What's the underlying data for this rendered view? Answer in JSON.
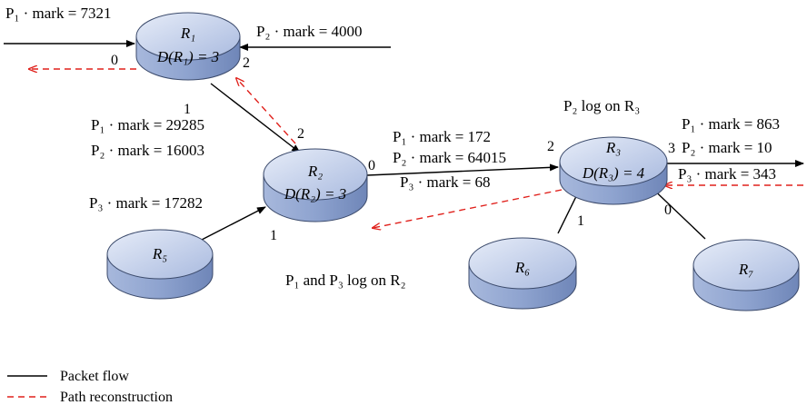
{
  "routers": {
    "r1": {
      "name": "R₁",
      "degree": "D(R₁) = 3"
    },
    "r2": {
      "name": "R₂",
      "degree": "D(R₂) = 3"
    },
    "r3": {
      "name": "R₃",
      "degree": "D(R₃) = 4"
    },
    "r5": {
      "name": "R₅"
    },
    "r6": {
      "name": "R₆"
    },
    "r7": {
      "name": "R₇"
    }
  },
  "ports": {
    "r1_left": "0",
    "r1_right": "2",
    "r1_bottom": "1",
    "r2_top": "2",
    "r2_right": "0",
    "r2_bottom": "1",
    "r3_left": "2",
    "r3_right": "3",
    "r3_bottom_left": "1",
    "r3_bottom_right": "0"
  },
  "marks": {
    "p1_in": "P₁ · mark = 7321",
    "p2_in": "P₂ · mark = 4000",
    "r1r2_p1": "P₁ · mark = 29285",
    "r1r2_p2": "P₂ · mark = 16003",
    "p3_in": "P₃ · mark = 17282",
    "r2r3_p1": "P₁ · mark = 172",
    "r2r3_p2": "P₂ · mark = 64015",
    "r2r3_p3": "P₃ · mark = 68",
    "r3_out_p1": "P₁ · mark = 863",
    "r3_out_p2": "P₂ · mark = 10",
    "r3_out_p3": "P₃ · mark = 343"
  },
  "notes": {
    "p2_log": "P₂ log on R₃",
    "p1p3_log": "P₁ and P₃ log on R₂"
  },
  "legend": {
    "solid": "Packet flow",
    "dashed": "Path reconstruction"
  },
  "colors": {
    "router_top": "#c5d3ee",
    "router_side": "#8ea3cf",
    "router_stroke": "#3b4a6b",
    "packet_flow": "#000000",
    "path_reconstruction": "#e0201b"
  }
}
